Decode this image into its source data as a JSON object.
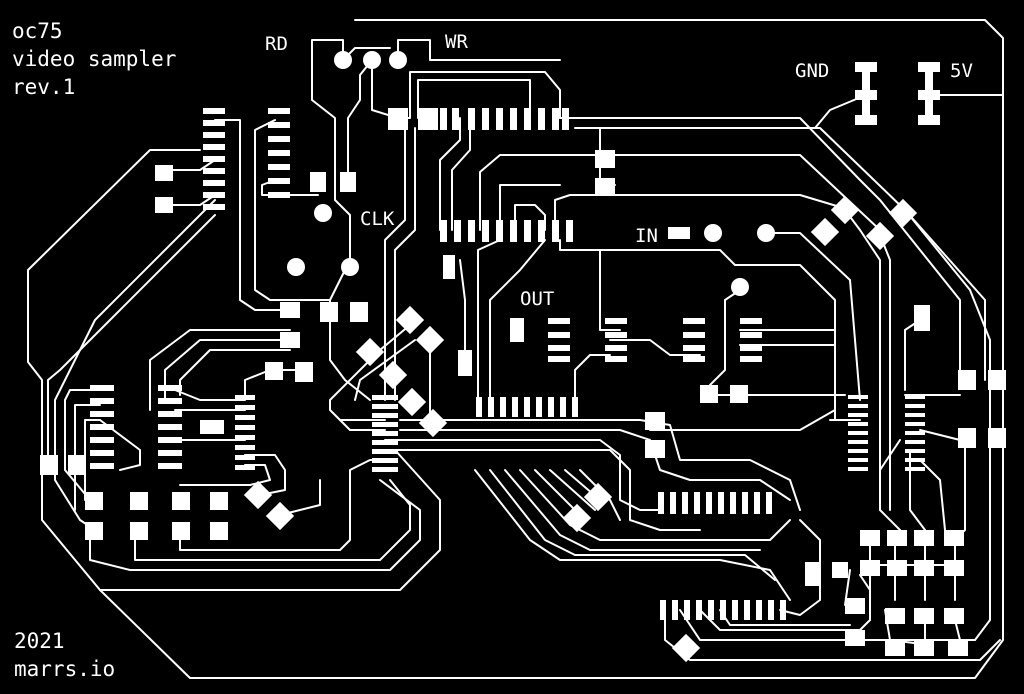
{
  "board": {
    "title_line1": "oc75",
    "title_line2": "video sampler",
    "title_line3": "rev.1",
    "year": "2021",
    "site": "marrs.io",
    "colors": {
      "background": "#000000",
      "copper": "#ffffff"
    }
  },
  "labels": {
    "rd": "RD",
    "wr": "WR",
    "clk": "CLK",
    "gnd": "GND",
    "five_v": "5V",
    "in": "IN",
    "out": "OUT"
  }
}
